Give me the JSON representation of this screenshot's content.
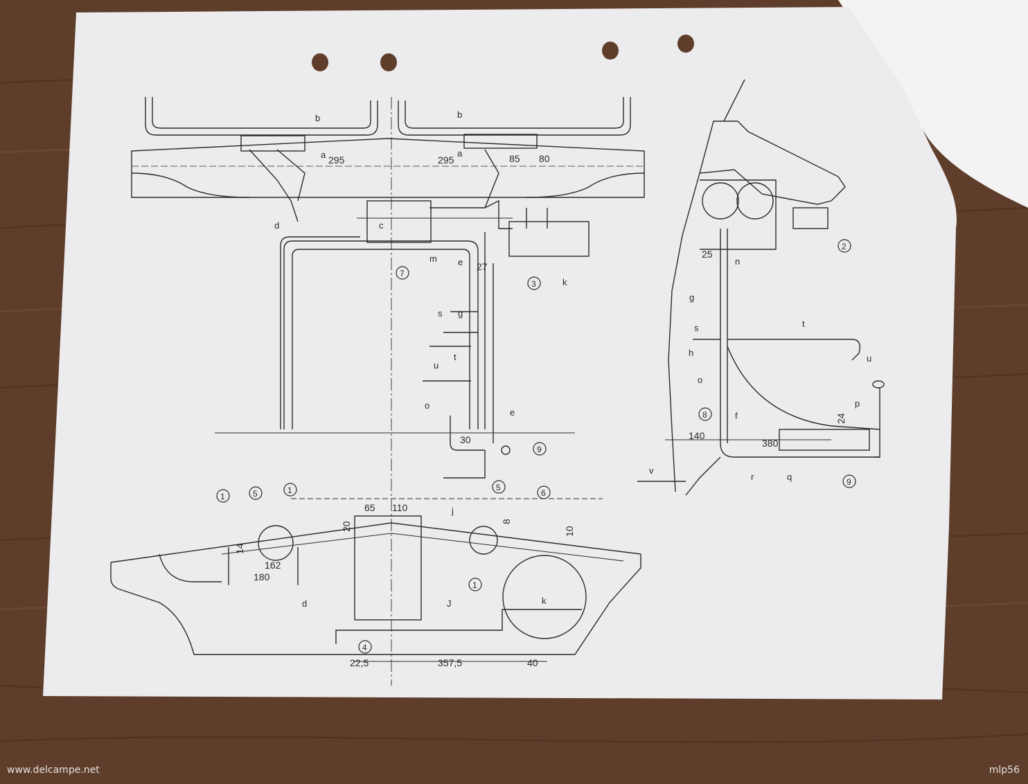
{
  "watermarks": {
    "left": "www.delcampe.net",
    "right": "mlp56"
  },
  "colors": {
    "wood": "#5a3a28",
    "paper": "#ecebed",
    "ink": "#2a2a2a"
  },
  "top_view": {
    "part_labels": [
      "b",
      "b",
      "a",
      "a",
      "c",
      "d",
      "m",
      "e",
      "k",
      "s",
      "g",
      "u",
      "t",
      "o",
      "e"
    ],
    "callouts": [
      "7",
      "3",
      "9"
    ],
    "dimensions": [
      "295",
      "295",
      "85",
      "80",
      "27",
      "30"
    ]
  },
  "bottom_view": {
    "part_labels": [
      "j",
      "d",
      "J",
      "k"
    ],
    "callouts": [
      "1",
      "5",
      "1",
      "5",
      "6",
      "1",
      "4"
    ],
    "dimensions": [
      "65",
      "110",
      "20",
      "14",
      "8",
      "10",
      "162",
      "180",
      "22,5",
      "357,5",
      "40"
    ]
  },
  "side_view": {
    "part_labels": [
      "n",
      "g",
      "s",
      "h",
      "t",
      "u",
      "o",
      "f",
      "p",
      "q",
      "r",
      "v"
    ],
    "callouts": [
      "2",
      "8",
      "9"
    ],
    "dimensions": [
      "25",
      "24",
      "140",
      "380"
    ]
  }
}
